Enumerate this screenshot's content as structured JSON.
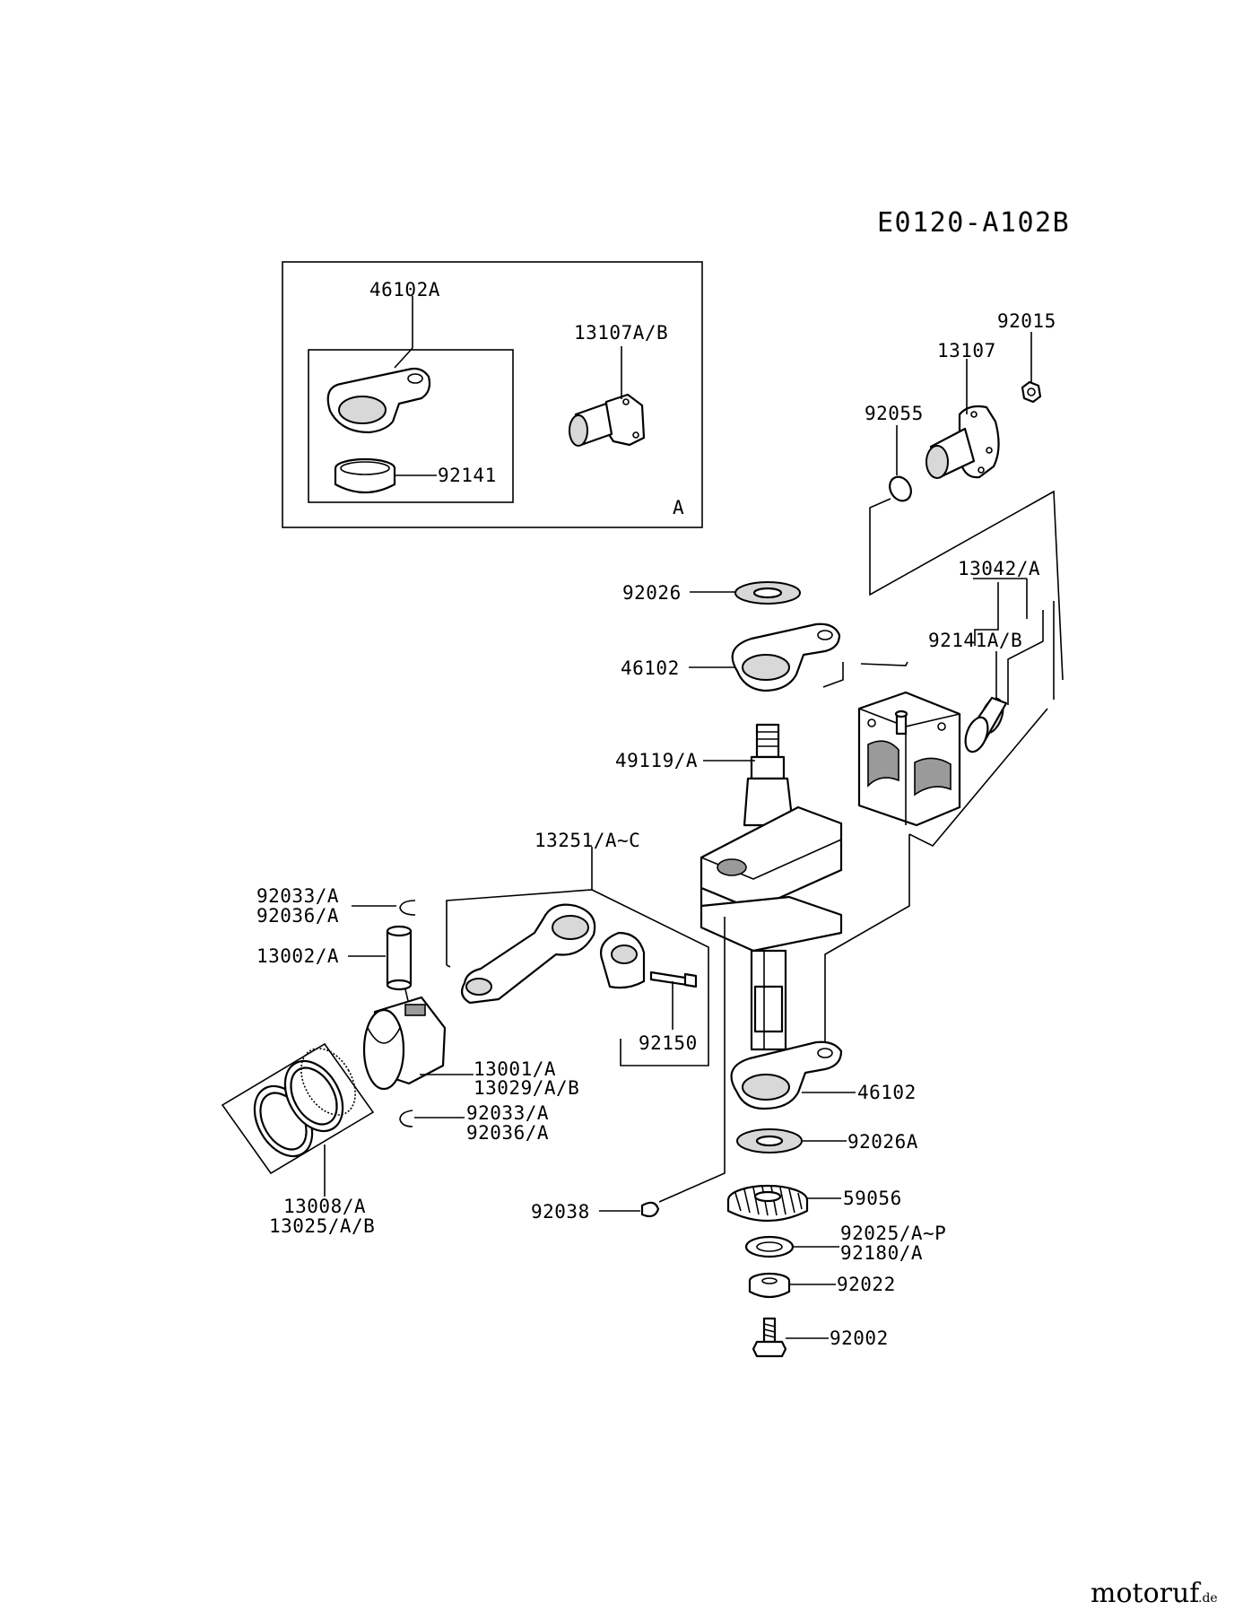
{
  "diagram_code": "E0120-A102B",
  "box_a_letter": "A",
  "labels": {
    "l46102A": "46102A",
    "l13107AB": "13107A/B",
    "l92141_box": "92141",
    "l92015": "92015",
    "l13107": "13107",
    "l92055": "92055",
    "l13042A": "13042/A",
    "l92141AB": "92141A/B",
    "l92026": "92026",
    "l46102_top": "46102",
    "l49119A": "49119/A",
    "l13251AC": "13251/A~C",
    "l92033A_top": "92033/A",
    "l92036A_top": "92036/A",
    "l13002A": "13002/A",
    "l92150": "92150",
    "l13001A": "13001/A",
    "l13029AB": "13029/A/B",
    "l92033A_bot": "92033/A",
    "l92036A_bot": "92036/A",
    "l46102_bot": "46102",
    "l92026A": "92026A",
    "l13008A": "13008/A",
    "l13025AB": "13025/A/B",
    "l92038": "92038",
    "l59056": "59056",
    "l92025AP": "92025/A~P",
    "l92180A": "92180/A",
    "l92022": "92022",
    "l92002": "92002"
  },
  "watermark": {
    "brand": "motoruf",
    "suffix": ".de"
  }
}
